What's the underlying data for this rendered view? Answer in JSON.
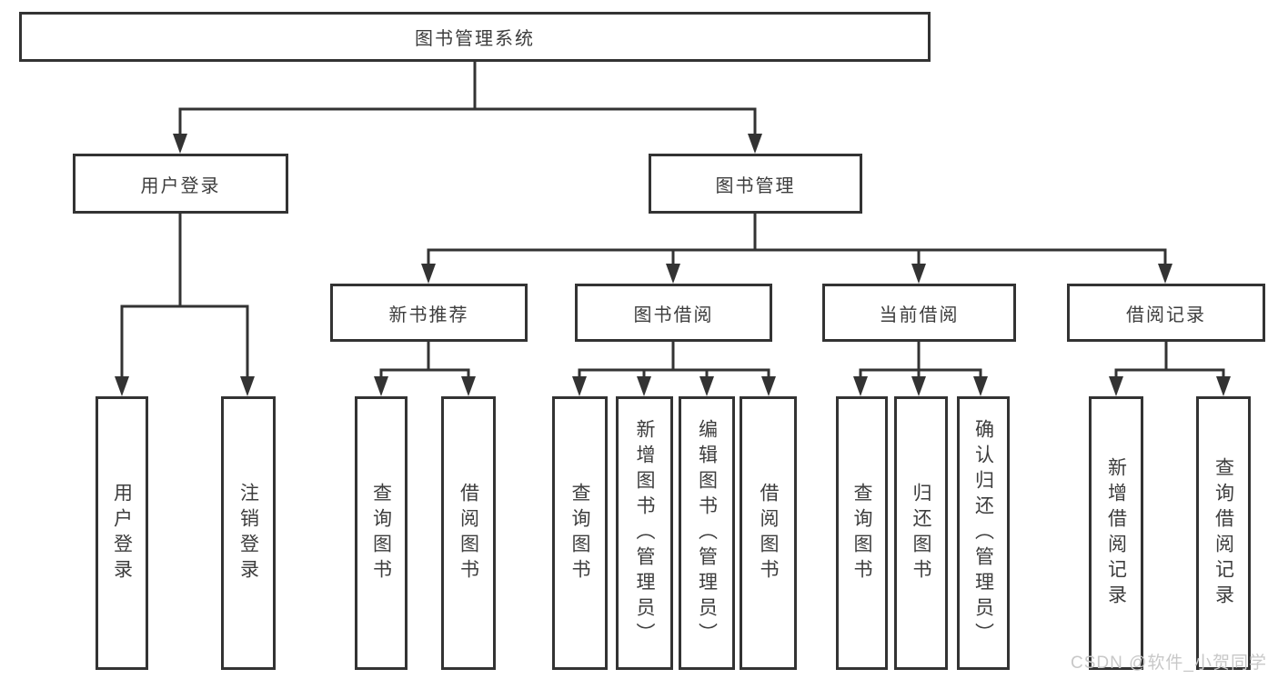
{
  "diagram": {
    "root": "图书管理系统",
    "user_login": {
      "label": "用户登录",
      "children": [
        "用户登录",
        "注销登录"
      ]
    },
    "book_management": {
      "label": "图书管理",
      "sections": [
        {
          "label": "新书推荐",
          "children": [
            "查询图书",
            "借阅图书"
          ]
        },
        {
          "label": "图书借阅",
          "children": [
            "查询图书",
            "新增图书（管理员）",
            "编辑图书（管理员）",
            "借阅图书"
          ]
        },
        {
          "label": "当前借阅",
          "children": [
            "查询图书",
            "归还图书",
            "确认归还（管理员）"
          ]
        },
        {
          "label": "借阅记录",
          "children": [
            "新增借阅记录",
            "查询借阅记录"
          ]
        }
      ]
    }
  },
  "watermark": "CSDN @软件_小贺同学",
  "colors": {
    "line": "#333333",
    "text": "#3d3d3d",
    "box_background": "#ffffff",
    "page_background": "#ffffff",
    "watermark": "#c8c8c8"
  }
}
